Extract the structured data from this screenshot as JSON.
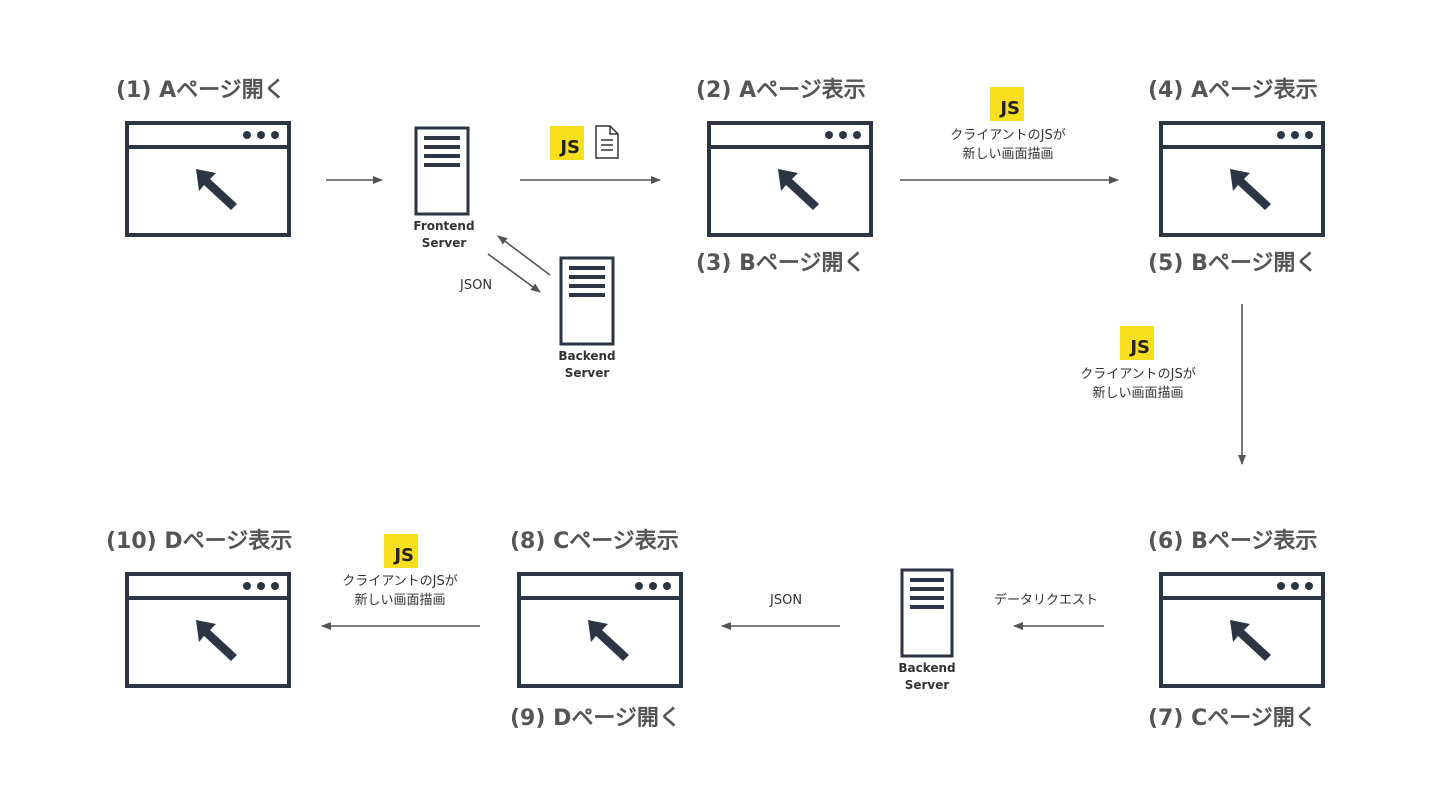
{
  "steps": {
    "s1": "(1) Aページ開く",
    "s2": "(2) Aページ表示",
    "s3": "(3) Bページ開く",
    "s4": "(4) Aページ表示",
    "s5": "(5) Bページ開く",
    "s6": "(6) Bページ表示",
    "s7": "(7) Cページ開く",
    "s8": "(8) Cページ表示",
    "s9": "(9) Dページ開く",
    "s10": "(10) Dページ表示"
  },
  "servers": {
    "frontend": [
      "Frontend",
      "Server"
    ],
    "backend_top": [
      "Backend",
      "Server"
    ],
    "backend_bottom": [
      "Backend",
      "Server"
    ]
  },
  "notes": {
    "client_render": [
      "クライアントのJSが",
      "新しい画面描画"
    ],
    "json": "JSON",
    "data_request": "データリクエスト"
  },
  "badges": {
    "js": "JS"
  },
  "icons": {
    "browser": "browser-window-icon",
    "cursor": "cursor-arrow-icon",
    "server": "server-icon",
    "document": "document-icon"
  },
  "colors": {
    "outline": "#2b3544",
    "label": "#555555",
    "arrow": "#555555",
    "js_yellow": "#f7df1e"
  }
}
